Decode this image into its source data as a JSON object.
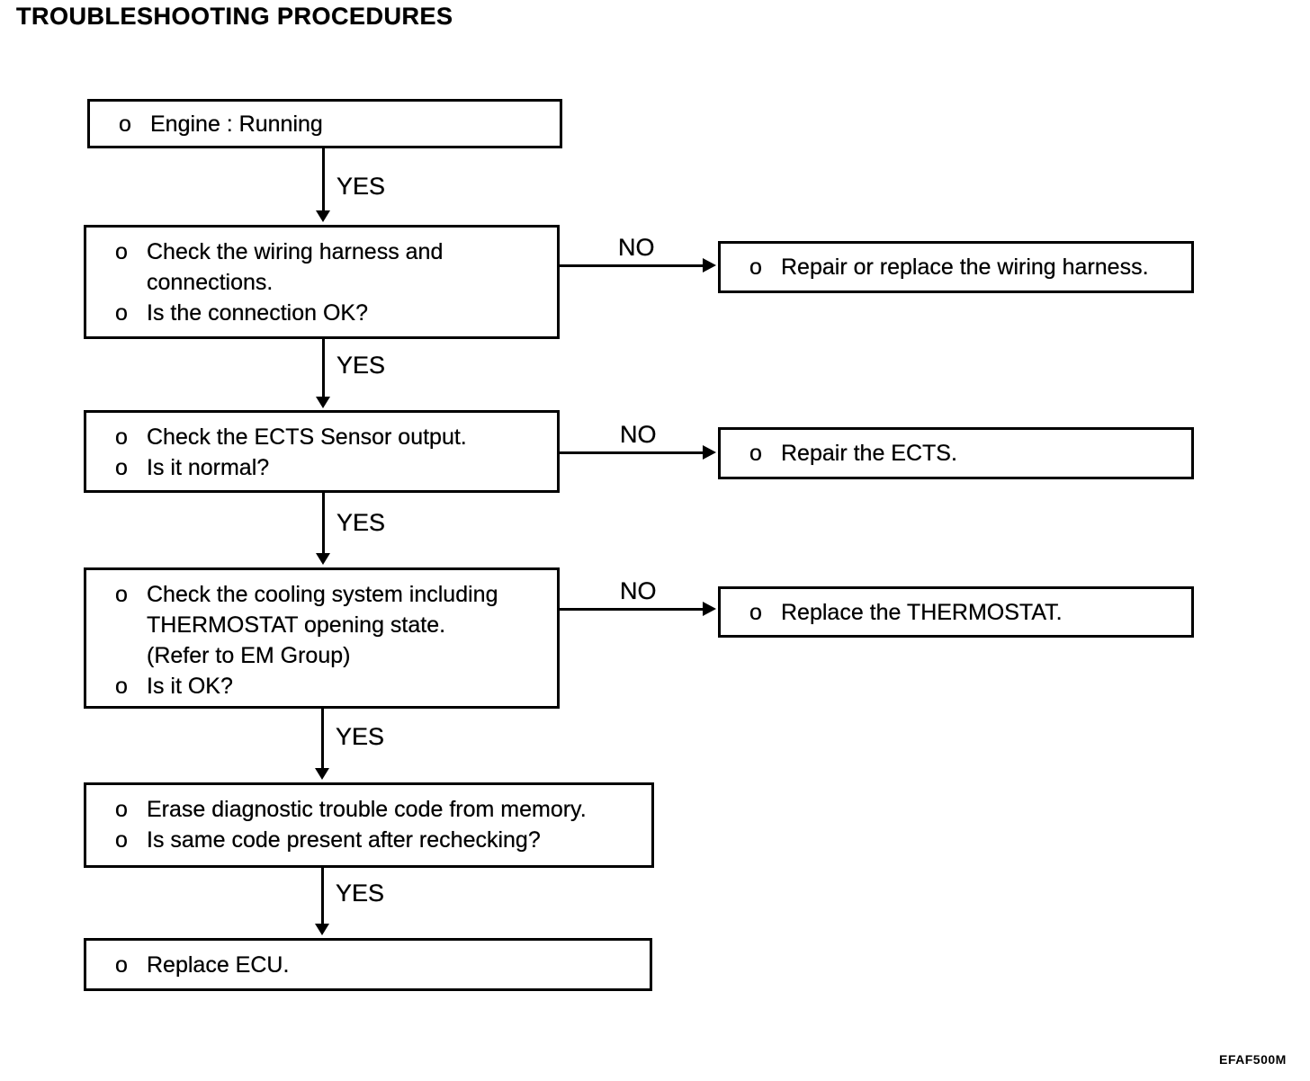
{
  "page": {
    "title": "TROUBLESHOOTING PROCEDURES",
    "figure_code": "EFAF500M"
  },
  "labels": {
    "yes": "YES",
    "no": "NO"
  },
  "flowchart": {
    "steps": [
      {
        "name": "engine-running",
        "lines": [
          {
            "bullet": "o",
            "text": "Engine : Running"
          }
        ]
      },
      {
        "name": "check-wiring-harness",
        "lines": [
          {
            "bullet": "o",
            "text": "Check the wiring harness and"
          },
          {
            "bullet": "",
            "text": "connections."
          },
          {
            "bullet": "o",
            "text": "Is the connection OK?"
          }
        ]
      },
      {
        "name": "check-ects-sensor",
        "lines": [
          {
            "bullet": "o",
            "text": "Check the ECTS Sensor output."
          },
          {
            "bullet": "o",
            "text": "Is it normal?"
          }
        ]
      },
      {
        "name": "check-cooling-system",
        "lines": [
          {
            "bullet": "o",
            "text": "Check the cooling system including"
          },
          {
            "bullet": "",
            "text": "THERMOSTAT opening state."
          },
          {
            "bullet": "",
            "text": "(Refer to EM Group)"
          },
          {
            "bullet": "o",
            "text": "Is it OK?"
          }
        ]
      },
      {
        "name": "erase-diagnostic-code",
        "lines": [
          {
            "bullet": "o",
            "text": "Erase diagnostic trouble code from memory."
          },
          {
            "bullet": "o",
            "text": "Is same code present after rechecking?"
          }
        ]
      },
      {
        "name": "replace-ecu",
        "lines": [
          {
            "bullet": "o",
            "text": "Replace ECU."
          }
        ]
      }
    ],
    "remedies": [
      {
        "name": "repair-wiring-harness",
        "lines": [
          {
            "bullet": "o",
            "text": "Repair or replace the wiring harness."
          }
        ]
      },
      {
        "name": "repair-ects",
        "lines": [
          {
            "bullet": "o",
            "text": "Repair the ECTS."
          }
        ]
      },
      {
        "name": "replace-thermostat",
        "lines": [
          {
            "bullet": "o",
            "text": "Replace the THERMOSTAT."
          }
        ]
      }
    ]
  }
}
